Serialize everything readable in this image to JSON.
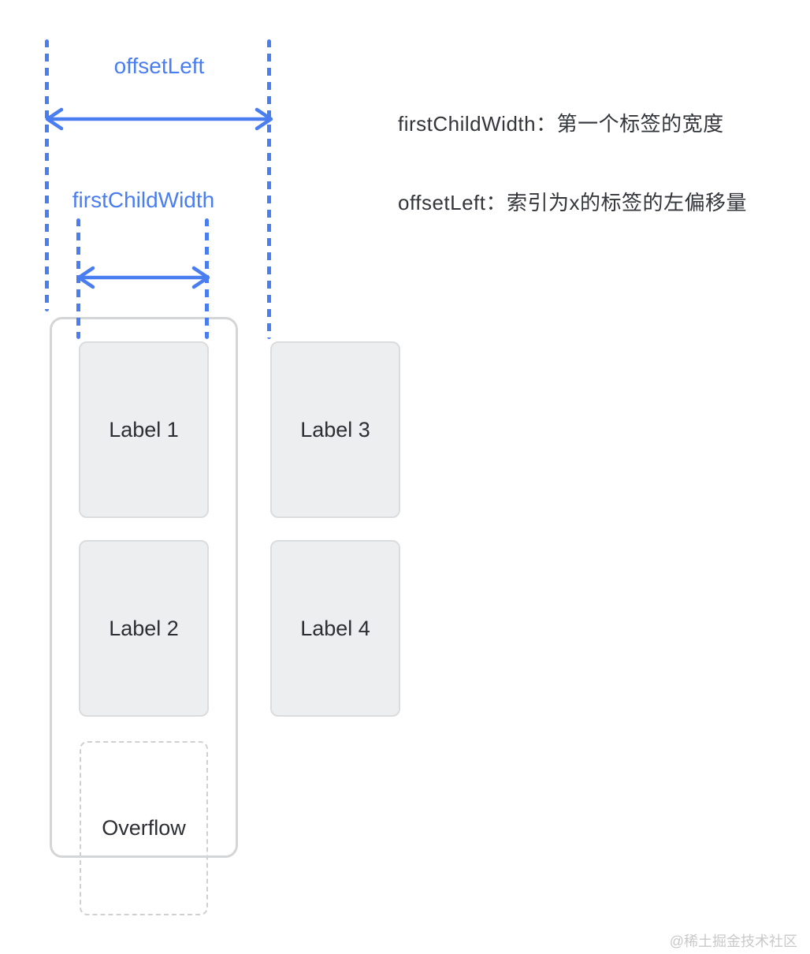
{
  "measurements": {
    "offset_left": {
      "label": "offsetLeft"
    },
    "first_child_width": {
      "label": "firstChildWidth"
    }
  },
  "tabs": {
    "items": [
      "Label 1",
      "Label 2",
      "Label 3",
      "Label 4"
    ],
    "overflow": "Overflow"
  },
  "legend": {
    "line1": "firstChildWidth：第一个标签的宽度",
    "line2": "offsetLeft：索引为x的标签的左偏移量"
  },
  "watermark": "@稀土掘金技术社区",
  "colors": {
    "accent_blue": "#4A7DF0",
    "container_border": "#D4D5D7",
    "tab_fill": "#EDEEF0",
    "tab_border": "#DBDCDE",
    "label_text": "#2C2E33",
    "annotation_text": "#33353A",
    "overflow_border": "#D0D0D2",
    "watermark_gray": "#C9C9CB"
  }
}
